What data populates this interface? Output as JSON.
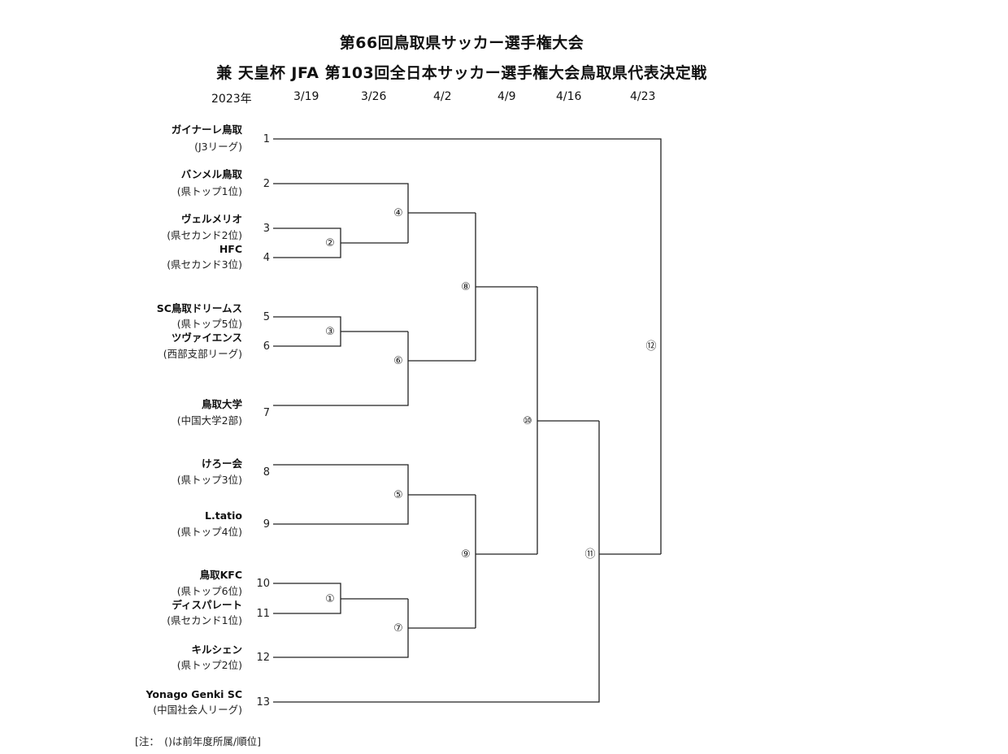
{
  "title": {
    "line1": "第66回鳥取県サッカー選手権大会",
    "line2": "兼 天皇杯 JFA 第103回全日本サッカー選手権大会鳥取県代表決定戦"
  },
  "dates": [
    "2023年",
    "3/19",
    "3/26",
    "4/2",
    "4/9",
    "4/16",
    "4/23"
  ],
  "teams": [
    {
      "seed": "1",
      "name": "ガイナーレ鳥取",
      "note": "(J3リーグ)"
    },
    {
      "seed": "2",
      "name": "バンメル鳥取",
      "note": "(県トップ1位)"
    },
    {
      "seed": "3",
      "name": "ヴェルメリオ",
      "note": "(県セカンド2位)"
    },
    {
      "seed": "4",
      "name": "HFC",
      "note": "(県セカンド3位)"
    },
    {
      "seed": "5",
      "name": "SC鳥取ドリームス",
      "note": "(県トップ5位)"
    },
    {
      "seed": "6",
      "name": "ツヴァイエンス",
      "note": "(西部支部リーグ)"
    },
    {
      "seed": "7",
      "name": "鳥取大学",
      "note": "(中国大学2部)"
    },
    {
      "seed": "8",
      "name": "けろー会",
      "note": "(県トップ3位)"
    },
    {
      "seed": "9",
      "name": "L.tatio",
      "note": "(県トップ4位)"
    },
    {
      "seed": "10",
      "name": "鳥取KFC",
      "note": "(県トップ6位)"
    },
    {
      "seed": "11",
      "name": "ディスパレート",
      "note": "(県セカンド1位)"
    },
    {
      "seed": "12",
      "name": "キルシェン",
      "note": "(県トップ2位)"
    },
    {
      "seed": "13",
      "name": "Yonago Genki SC",
      "note": "(中国社会人リーグ)"
    }
  ],
  "matches": [
    "①",
    "②",
    "③",
    "④",
    "⑤",
    "⑥",
    "⑦",
    "⑧",
    "⑨",
    "⑩",
    "⑪",
    "⑫"
  ],
  "footnote": "[注：　()は前年度所属/順位]"
}
